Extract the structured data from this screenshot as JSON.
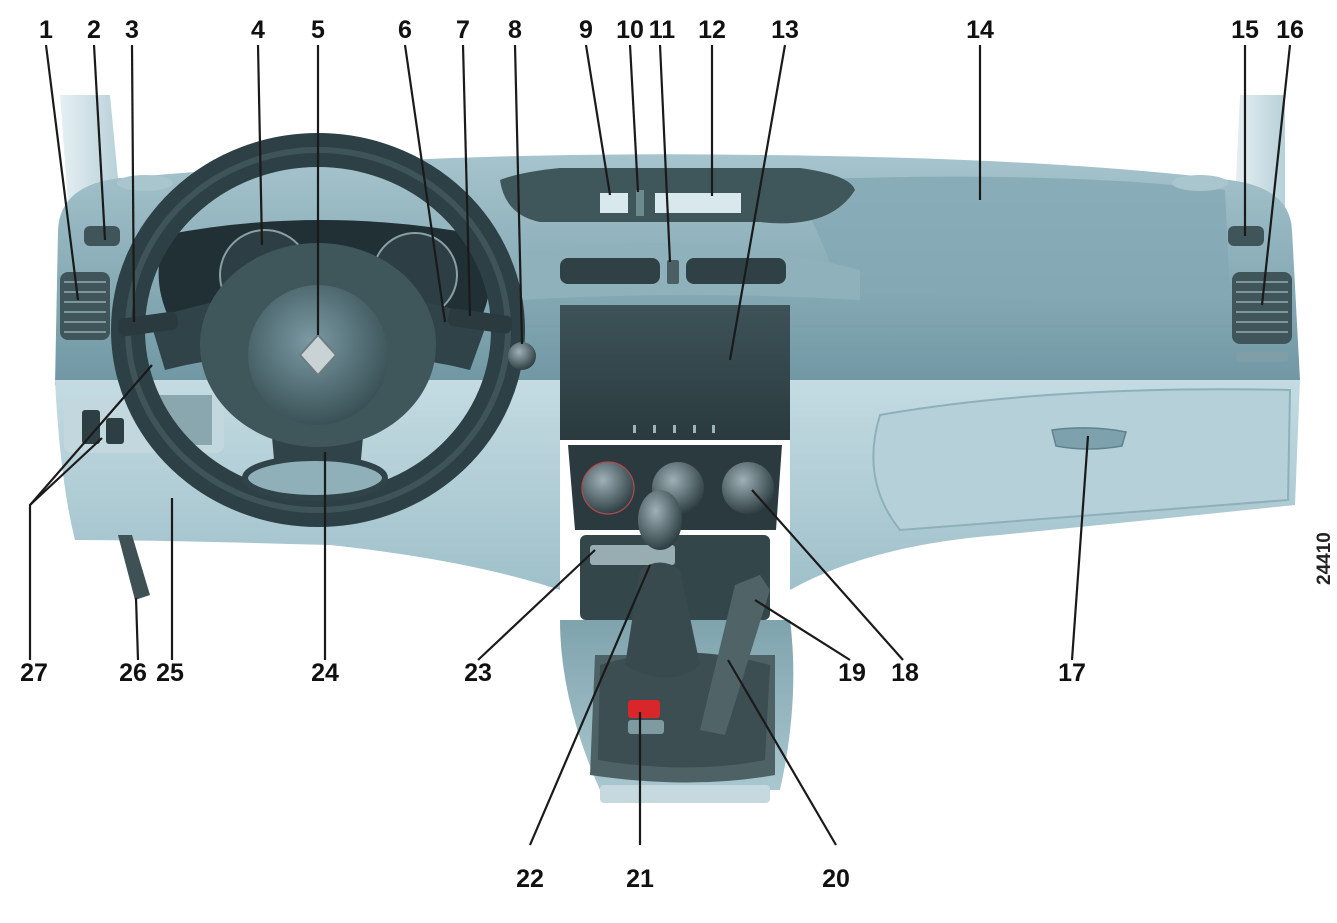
{
  "figure": {
    "reference_code": "24410",
    "callouts": [
      {
        "id": "1",
        "label": "1"
      },
      {
        "id": "2",
        "label": "2"
      },
      {
        "id": "3",
        "label": "3"
      },
      {
        "id": "4",
        "label": "4"
      },
      {
        "id": "5",
        "label": "5"
      },
      {
        "id": "6",
        "label": "6"
      },
      {
        "id": "7",
        "label": "7"
      },
      {
        "id": "8",
        "label": "8"
      },
      {
        "id": "9",
        "label": "9"
      },
      {
        "id": "10",
        "label": "10"
      },
      {
        "id": "11",
        "label": "11"
      },
      {
        "id": "12",
        "label": "12"
      },
      {
        "id": "13",
        "label": "13"
      },
      {
        "id": "14",
        "label": "14"
      },
      {
        "id": "15",
        "label": "15"
      },
      {
        "id": "16",
        "label": "16"
      },
      {
        "id": "17",
        "label": "17"
      },
      {
        "id": "18",
        "label": "18"
      },
      {
        "id": "19",
        "label": "19"
      },
      {
        "id": "20",
        "label": "20"
      },
      {
        "id": "21",
        "label": "21"
      },
      {
        "id": "22",
        "label": "22"
      },
      {
        "id": "23",
        "label": "23"
      },
      {
        "id": "24",
        "label": "24"
      },
      {
        "id": "25",
        "label": "25"
      },
      {
        "id": "26",
        "label": "26"
      },
      {
        "id": "27",
        "label": "27"
      }
    ],
    "colors": {
      "dash_light": "#b9d4dc",
      "dash_mid": "#8fb3bf",
      "dash_dark": "#5d8591",
      "trim_black": "#213035",
      "hazard_red": "#d8262b"
    }
  }
}
